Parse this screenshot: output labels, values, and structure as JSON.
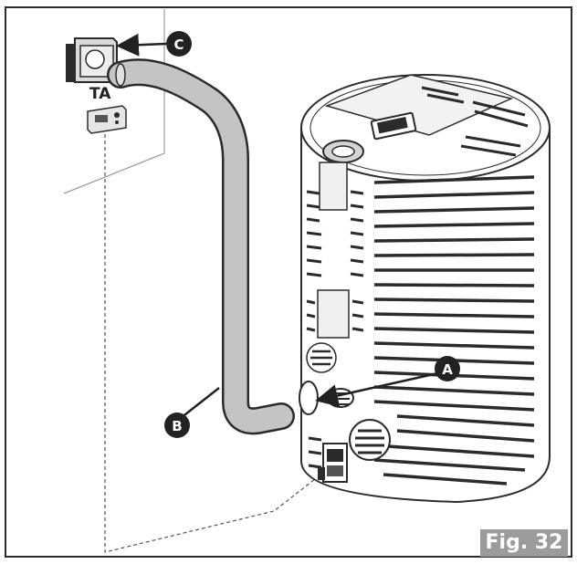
{
  "labels": {
    "A": "A",
    "B": "B",
    "C": "C",
    "TA": "TA"
  },
  "figure": "Fig. 32",
  "colors": {
    "line": "#2b2b2b",
    "pipe": "#c4c4c4",
    "callout": "#222222",
    "badge": "#9b9b9b"
  }
}
